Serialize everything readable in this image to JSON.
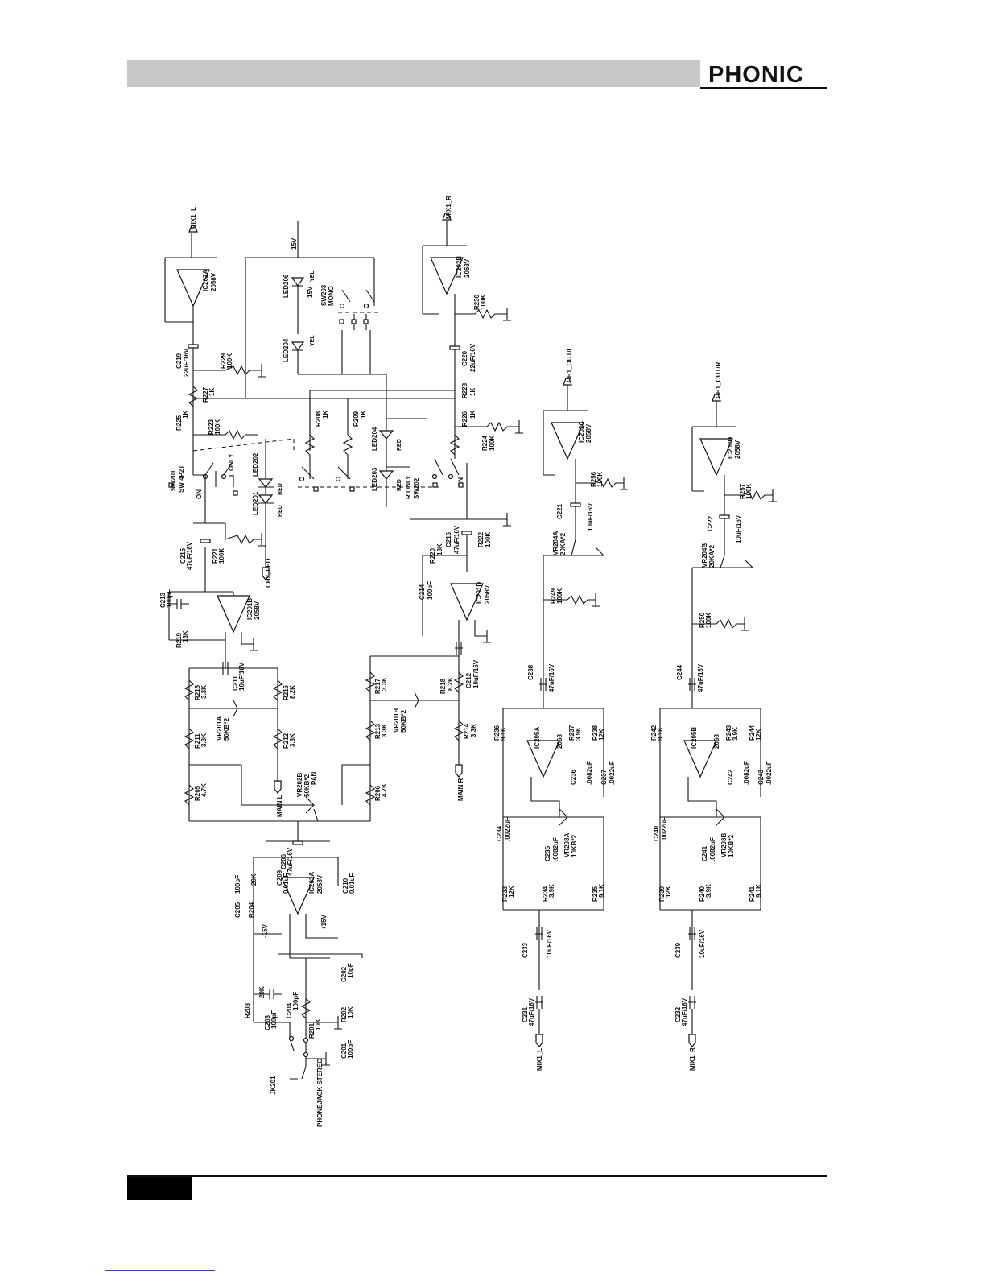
{
  "header": {
    "brand": "PHONIC"
  },
  "colors": {
    "header_bar": "#c8c8c8",
    "ink": "#111111",
    "link": "#3344cc"
  },
  "labels": {
    "mix1_l": "MIX1_L",
    "mix1_r": "MIX1_R",
    "ch1_out_l": "CH1_OUT/L",
    "ch1_out_r": "CH1_OUT/R",
    "ch2_led": "CH2_LED",
    "main_l": "MAIN L",
    "main_r": "MAIN R",
    "v15": "15V",
    "neg15": "-15V",
    "pos15": "+15V",
    "jk201": "JK201",
    "phone_jack": "PHONEJACK STEREO",
    "mix1_l_in": "MIX1_L",
    "mix1_r_in": "MIX1_R"
  },
  "components": {
    "ic202a": "IC202A",
    "ic202a_v": "2058V",
    "ic202b": "IC202B",
    "ic202b_v": "2058V",
    "ic202c": "IC202C",
    "ic202c_v": "2058V",
    "ic202d": "IC202D",
    "ic202d_v": "2058V",
    "ic201a": "IC201A",
    "ic201a_v": "2058V",
    "ic201b": "IC201B",
    "ic201b_v": "2058V",
    "ic201d": "IC201D",
    "ic201d_v": "2058V",
    "ic205a": "IC205A",
    "ic205a_v": "2068",
    "ic205b": "IC205B",
    "ic205b_v": "2068",
    "sw201": "SW201",
    "sw201_v": "SW 4P2T",
    "sw201_on": "ON",
    "sw201_lonly": "L ONLY",
    "sw202": "SW202",
    "sw202_ronly": "R ONLY",
    "sw202_on": "ON",
    "sw203": "SW203",
    "sw203_mono": "MONO",
    "led201": "LED201",
    "led202": "LED202",
    "led203": "LED203",
    "led204": "LED204",
    "led205": "LED204",
    "led206": "LED206",
    "red": "RED",
    "yel": "YEL",
    "c219": "C219",
    "c219_v": "22uF/16V",
    "c220": "C220",
    "c220_v": "22uF/16V",
    "r227": "R227",
    "r227_v": "1K",
    "r228": "R228",
    "r228_v": "1K",
    "r229": "R229",
    "r229_v": "100K",
    "r230": "R230",
    "r230_v": "100K",
    "r225": "R225",
    "r225_v": "1K",
    "r226": "R226",
    "r226_v": "1K",
    "r223": "R223",
    "r223_v": "100K",
    "r224": "R224",
    "r224_v": "100K",
    "r208": "R208",
    "r208_v": "1K",
    "r209": "R209",
    "r209_v": "1K",
    "c215": "C215",
    "c215_v": "47uF/16V",
    "c216": "C216",
    "c216_v": "47uF/16V",
    "r221": "R221",
    "r221_v": "100K",
    "r222": "R222",
    "r222_v": "100K",
    "c213": "C213",
    "c213_v": "100pF",
    "c214": "C214",
    "c214_v": "100pF",
    "r219": "R219",
    "r219_v": "13K",
    "r220": "R220",
    "r220_v": "13K",
    "c211": "C211",
    "c211_v": "10uF/16V",
    "c212": "C212",
    "c212_v": "10uF/16V",
    "r215": "R215",
    "r215_v": "3.3K",
    "r216": "R216",
    "r216_v": "8.2K",
    "r217": "R217",
    "r217_v": "3.3K",
    "r218": "R218",
    "r218_v": "8.2K",
    "r211": "R211",
    "r211_v": "3.3K",
    "r212": "R212",
    "r212_v": "3.3K",
    "r213": "R213",
    "r213_v": "3.3K",
    "r214": "R214",
    "r214_v": "3.3K",
    "vr201a": "VR201A",
    "vr201a_v": "50KB*2",
    "vr201b": "VR201B",
    "vr201b_v": "50KB*2",
    "vr202b": "VR202B",
    "vr202b_v": "50KB*2",
    "pan": "PAN",
    "r205": "R205",
    "r205_v": "4.7K",
    "r206": "R206",
    "r206_v": "4.7K",
    "c206": "C206",
    "c206_v": "47uF/16V",
    "c205": "C205",
    "c205_v": "100pF",
    "r204": "R204",
    "r204_v": "20K",
    "c209": "C209",
    "c209_v": "0.01uF",
    "c210": "C210",
    "c210_v": "0.01uF",
    "r203": "R203",
    "r203_v": "20K",
    "c203": "C203",
    "c203_v": "100pF",
    "c204": "C204",
    "c204_v": "100pF",
    "r201": "R201",
    "r201_v": "10K",
    "r202": "R202",
    "r202_v": "10K",
    "c202": "C202",
    "c202_v": "10pF",
    "c201": "C201",
    "c201_v": "100pF",
    "vr204a": "VR204A",
    "vr204a_v": "20KA*2",
    "vr204b": "VR204B",
    "vr204b_v": "20KA*2",
    "c221": "C221",
    "c221_v": "10uF/16V",
    "c222": "C222",
    "c222_v": "10uF/16V",
    "r256": "R256",
    "r256_v": "100K",
    "r257": "R257",
    "r257_v": "100K",
    "r249": "R249",
    "r249_v": "100K",
    "r250": "R250",
    "r250_v": "100K",
    "c238": "C238",
    "c238_v": "47uF/16V",
    "c244": "C244",
    "c244_v": "47uF/16V",
    "r236": "R236",
    "r236_v": "9.1K",
    "r237": "R237",
    "r237_v": "3.9K",
    "r238": "R238",
    "r238_v": "12K",
    "c236": "C236",
    "c236_v": ".0082uF",
    "c237": "C237",
    "c237_v": ".0022uF",
    "r242": "R242",
    "r242_v": "9.1K",
    "r243": "R243",
    "r243_v": "3.9K",
    "r244": "R244",
    "r244_v": "12K",
    "c242": "C242",
    "c242_v": ".0082uF",
    "c243": "C243",
    "c243_v": ".0022uF",
    "c234": "C234",
    "c234_v": ".0022uF",
    "c235": "C235",
    "c235_v": ".0082uF",
    "vr203a": "VR203A",
    "vr203a_v": "10KB*2",
    "c240": "C240",
    "c240_v": ".0022uF",
    "c241": "C241",
    "c241_v": ".0082uF",
    "vr203b": "VR203B",
    "vr203b_v": "10KB*2",
    "r233": "R233",
    "r233_v": "12K",
    "r234": "R234",
    "r234_v": "3.9K",
    "r235": "R235",
    "r235_v": "9.1K",
    "r239": "R239",
    "r239_v": "12K",
    "r240": "R240",
    "r240_v": "3.9K",
    "r241": "R241",
    "r241_v": "9.1K",
    "c233": "C233",
    "c233_v": "10uF/16V",
    "c239": "C239",
    "c239_v": "10uF/16V",
    "c231": "C231",
    "c231_v": "47uF/16V",
    "c232": "C232",
    "c232_v": "47uF/16V"
  }
}
